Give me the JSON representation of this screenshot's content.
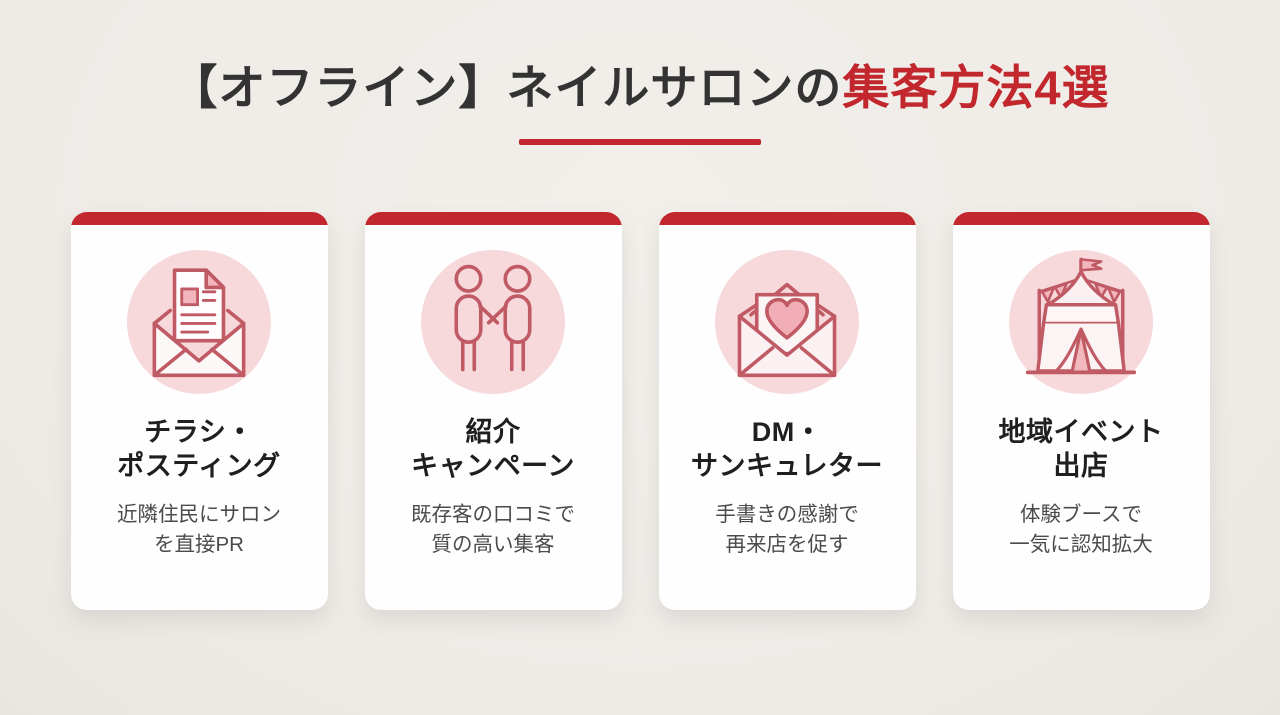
{
  "header": {
    "title_prefix": "【オフライン】ネイルサロンの",
    "title_highlight": "集客方法4選"
  },
  "colors": {
    "accent_red": "#C1272D",
    "background": "#EFECE8",
    "card_background": "#FEFEFE",
    "title_dark": "#333333",
    "card_heading": "#1F1F1F",
    "card_description": "#4B4B4B",
    "icon_circle_pink": "#F7D9DC",
    "icon_stroke_rose": "#C05A64",
    "icon_fill_pink": "#F3B6BD"
  },
  "cards": [
    {
      "icon": "flyer-envelope-icon",
      "title_lines": [
        "チラシ・",
        "ポスティング"
      ],
      "description_lines": [
        "近隣住民にサロン",
        "を直接PR"
      ]
    },
    {
      "icon": "handshake-people-icon",
      "title_lines": [
        "紹介",
        "キャンペーン"
      ],
      "description_lines": [
        "既存客の口コミで",
        "質の高い集客"
      ]
    },
    {
      "icon": "heart-letter-icon",
      "title_lines": [
        "DM・",
        "サンキュレター"
      ],
      "description_lines": [
        "手書きの感謝で",
        "再来店を促す"
      ]
    },
    {
      "icon": "event-tent-icon",
      "title_lines": [
        "地域イベント",
        "出店"
      ],
      "description_lines": [
        "体験ブースで",
        "一気に認知拡大"
      ]
    }
  ]
}
